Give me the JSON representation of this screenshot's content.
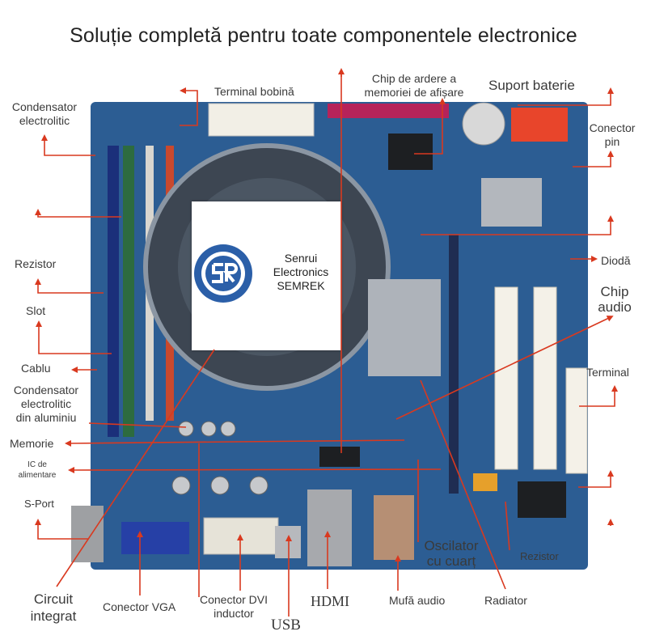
{
  "title": "Soluție completă pentru toate componentele electronice",
  "logo": {
    "line1": "Senrui",
    "line2": "Electronics",
    "line3": "SEMREK"
  },
  "labels": {
    "condensator_electrolitic": "Condensator\nelectrolitic",
    "terminal_bobina": "Terminal bobină",
    "chip_ardere": "Chip de ardere a\nmemoriei de afișare",
    "suport_baterie": "Suport baterie",
    "conector_pin": "Conector\npin",
    "rezistor_left": "Rezistor",
    "dioda": "Diodă",
    "slot": "Slot",
    "chip_audio": "Chip\naudio",
    "cablu": "Cablu",
    "terminal_right": "Terminal",
    "condensator_aluminiu": "Condensator\nelectrolitic\ndin aluminiu",
    "memorie": "Memorie",
    "ic_alimentare": "IC de\nalimentare",
    "s_port": "S-Port",
    "oscilator": "Oscilator\ncu cuarț",
    "rezistor_bottom": "Rezistor",
    "circuit_integrat": "Circuit\nintegrat",
    "conector_vga": "Conector VGA",
    "conector_dvi": "Conector DVI\ninductor",
    "hdmi": "HDMI",
    "mufa_audio": "Mufă audio",
    "radiator": "Radiator",
    "usb": "USB"
  },
  "colors": {
    "board": "#2c5d93",
    "leader": "#d9391f",
    "text": "#3a3a3a"
  }
}
